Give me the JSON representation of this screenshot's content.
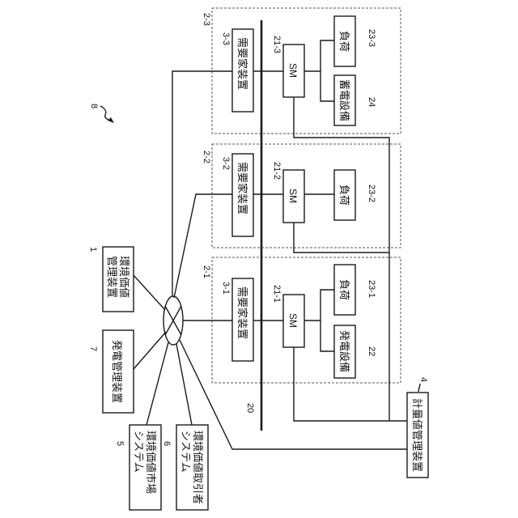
{
  "figure_ref": "8",
  "bus": {
    "ref": "20"
  },
  "nodes": {
    "env_value_mgmt": {
      "ref": "1",
      "label_line1": "環境価値",
      "label_line2": "管理装置"
    },
    "power_gen_mgmt": {
      "ref": "7",
      "label": "発電管理装置"
    },
    "env_market": {
      "ref": "5",
      "label_line1": "環境価値市場",
      "label_line2": "システム"
    },
    "env_trader": {
      "ref": "6",
      "label_line1": "環境価値取引者",
      "label_line2": "システム"
    },
    "meter_mgmt": {
      "ref": "4",
      "label": "計量値管理装置"
    }
  },
  "consumers": [
    {
      "group_ref": "2-1",
      "device_ref": "3-1",
      "device_label": "需要家装置",
      "sm_ref": "21-1",
      "sm_label": "SM",
      "equipment": [
        {
          "ref": "23-1",
          "label": "負荷"
        },
        {
          "ref": "22",
          "label": "発電設備"
        }
      ]
    },
    {
      "group_ref": "2-2",
      "device_ref": "3-2",
      "device_label": "需要家装置",
      "sm_ref": "21-2",
      "sm_label": "SM",
      "equipment": [
        {
          "ref": "23-2",
          "label": "負荷"
        }
      ]
    },
    {
      "group_ref": "2-3",
      "device_ref": "3-3",
      "device_label": "需要家装置",
      "sm_ref": "21-3",
      "sm_label": "SM",
      "equipment": [
        {
          "ref": "23-3",
          "label": "負荷"
        },
        {
          "ref": "24",
          "label": "蓄電設備"
        }
      ]
    }
  ]
}
